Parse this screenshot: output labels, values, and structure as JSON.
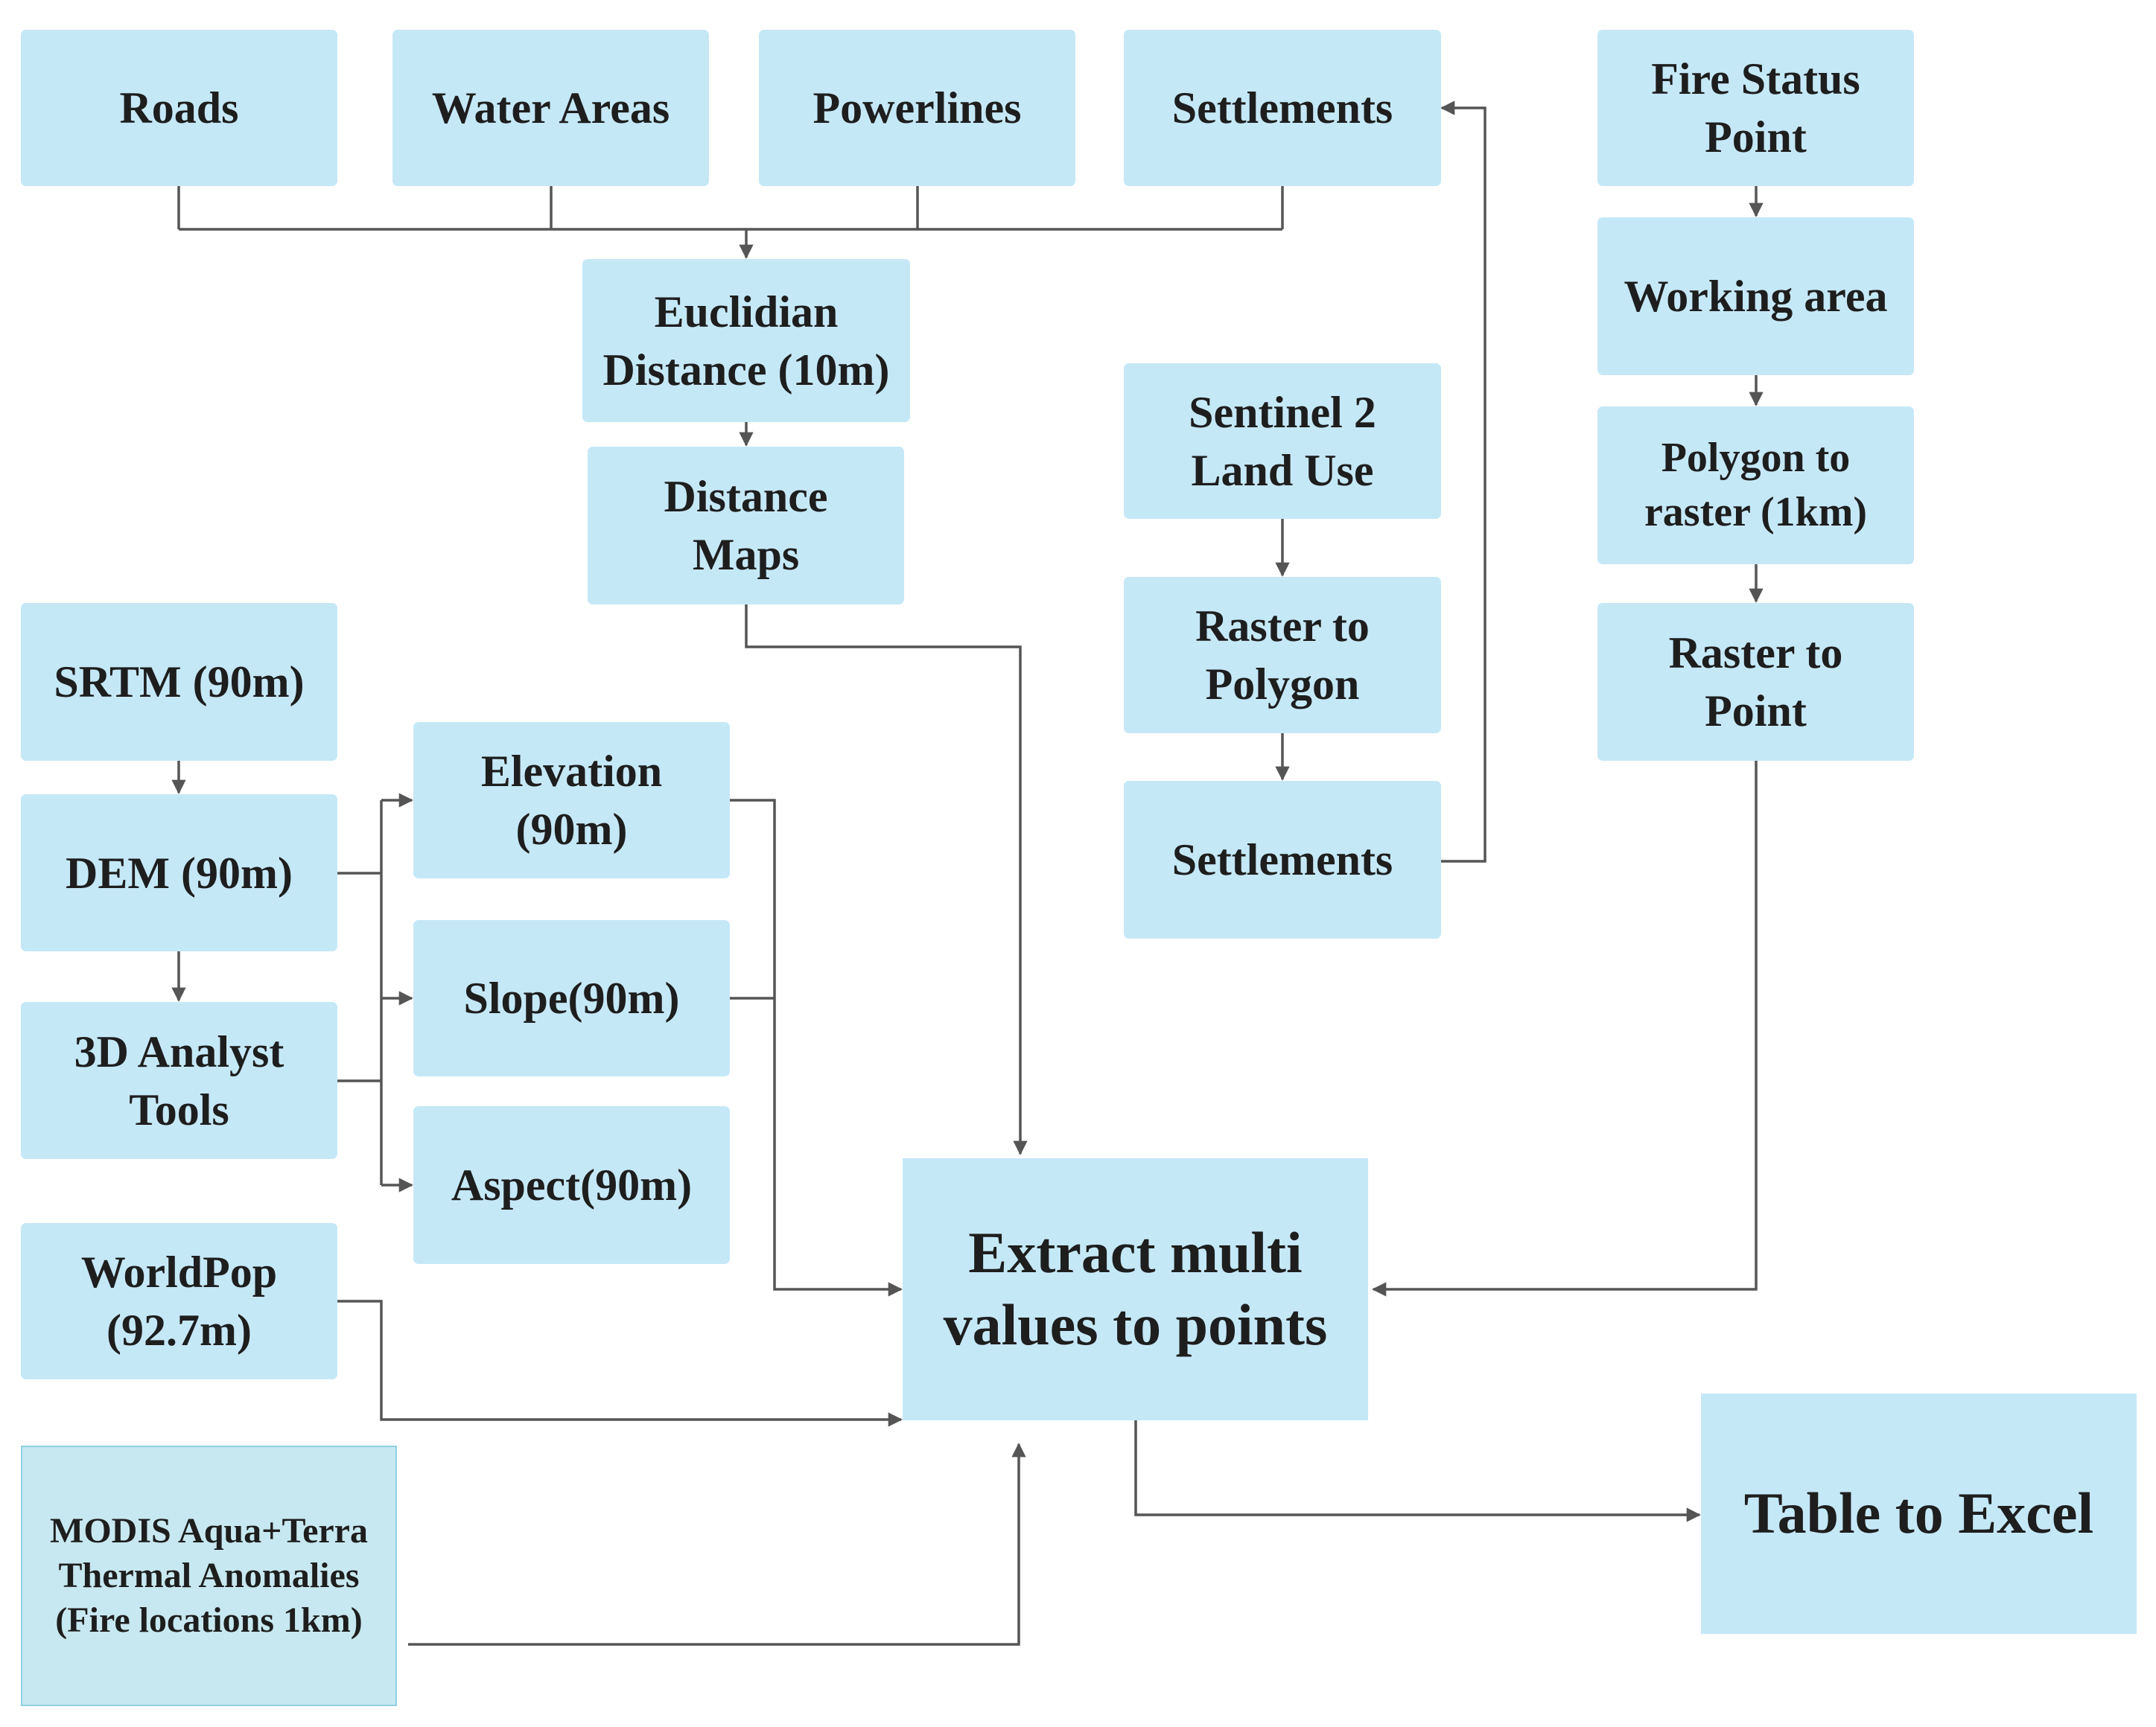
{
  "diagram": {
    "nodes": {
      "roads": "Roads",
      "water_areas": "Water Areas",
      "powerlines": "Powerlines",
      "settlements_top": "Settlements",
      "fire_status_point": [
        "Fire Status",
        "Point"
      ],
      "euclidian_distance": [
        "Euclidian",
        "Distance (10m)"
      ],
      "working_area": "Working area",
      "sentinel_land_use": [
        "Sentinel 2",
        "Land Use"
      ],
      "polygon_to_raster": [
        "Polygon to",
        "raster (1km)"
      ],
      "distance_maps": [
        "Distance",
        "Maps"
      ],
      "raster_to_polygon": [
        "Raster to",
        "Polygon"
      ],
      "raster_to_point": [
        "Raster to",
        "Point"
      ],
      "srtm": "SRTM (90m)",
      "elevation": [
        "Elevation",
        "(90m)"
      ],
      "settlements_mid": "Settlements",
      "dem": "DEM (90m)",
      "slope": "Slope(90m)",
      "analyst_tools": [
        "3D Analyst",
        "Tools"
      ],
      "aspect": "Aspect(90m)",
      "extract": [
        "Extract multi",
        "values to points"
      ],
      "worldpop": [
        "WorldPop",
        "(92.7m)"
      ],
      "table_to_excel": "Table to Excel",
      "modis": [
        "MODIS Aqua+Terra",
        "Thermal Anomalies",
        "(Fire locations 1km)"
      ]
    },
    "colors": {
      "node_fill": "#c5e8f7",
      "modis_fill": "#c7e8f0",
      "modis_border": "#8fd0e2",
      "text": "#1e1e1e",
      "connector": "#555555"
    }
  }
}
